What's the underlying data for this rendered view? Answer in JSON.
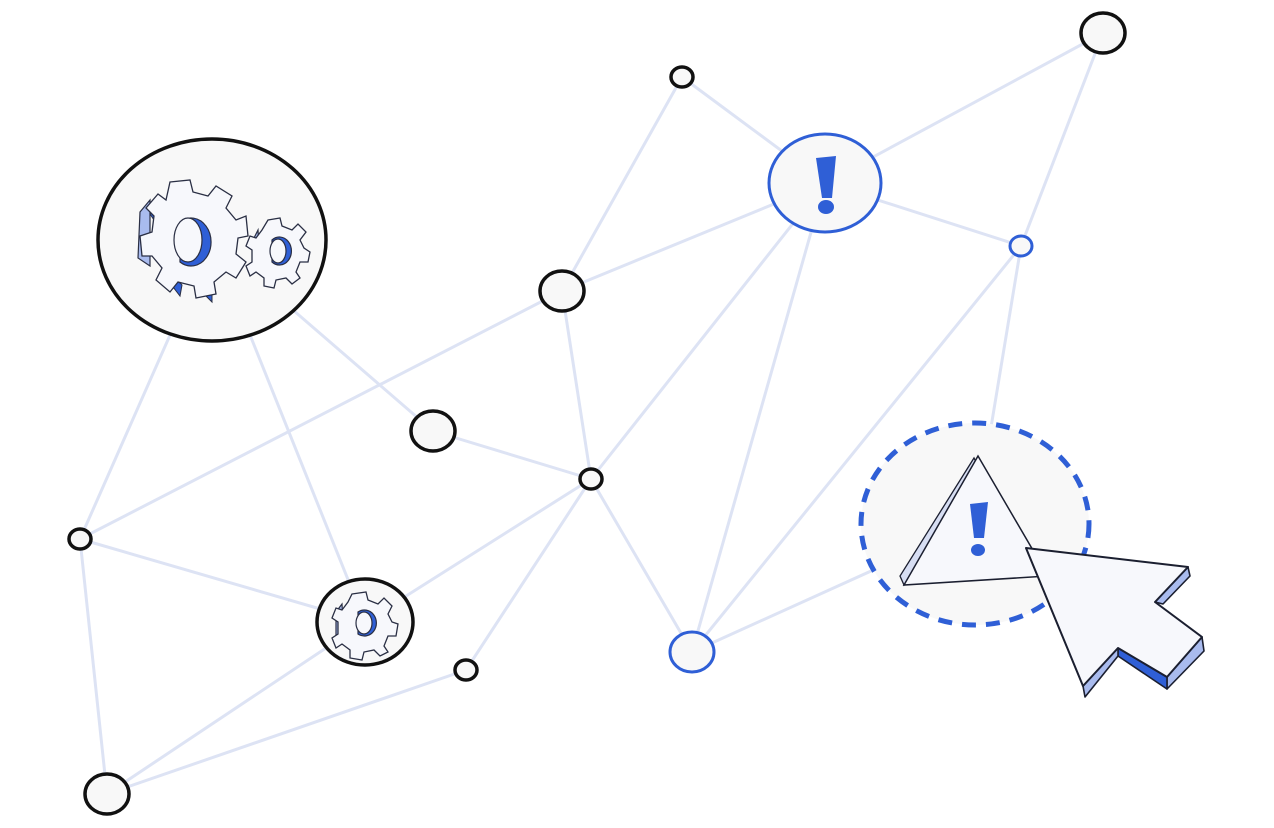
{
  "diagram": {
    "type": "network-graph",
    "colors": {
      "edge": "#dde3f4",
      "node_stroke": "#111111",
      "accent": "#2f5fd6",
      "node_fill": "#f8f8f8"
    },
    "icons": [
      "gears-icon",
      "gear-icon",
      "alert-icon",
      "warning-triangle-icon",
      "cursor-icon"
    ],
    "nodes": [
      {
        "id": "gears-hub",
        "style": "black",
        "icon": "gears-icon"
      },
      {
        "id": "gear-node",
        "style": "black",
        "icon": "gear-icon"
      },
      {
        "id": "alert-node",
        "style": "blue",
        "icon": "alert-icon"
      },
      {
        "id": "warning-node",
        "style": "dashed-blue",
        "icon": "warning-triangle-icon"
      },
      {
        "id": "n-top-small",
        "style": "black"
      },
      {
        "id": "n-top-right",
        "style": "black"
      },
      {
        "id": "n-center-upper",
        "style": "black"
      },
      {
        "id": "n-center-left",
        "style": "black"
      },
      {
        "id": "n-center-small",
        "style": "black"
      },
      {
        "id": "n-left-small",
        "style": "black"
      },
      {
        "id": "n-bottom-left",
        "style": "black"
      },
      {
        "id": "n-bottom-small",
        "style": "black"
      },
      {
        "id": "n-right-small",
        "style": "blue"
      },
      {
        "id": "n-bottom-blue",
        "style": "blue"
      }
    ],
    "edges": [
      [
        "gears-hub",
        "n-left-small"
      ],
      [
        "gears-hub",
        "gear-node"
      ],
      [
        "gears-hub",
        "n-center-left"
      ],
      [
        "n-left-small",
        "n-center-upper"
      ],
      [
        "n-left-small",
        "gear-node"
      ],
      [
        "n-left-small",
        "n-bottom-left"
      ],
      [
        "gear-node",
        "n-center-small"
      ],
      [
        "n-bottom-left",
        "gear-node"
      ],
      [
        "n-bottom-left",
        "n-bottom-small"
      ],
      [
        "n-bottom-small",
        "n-center-small"
      ],
      [
        "n-center-left",
        "n-center-small"
      ],
      [
        "n-center-upper",
        "n-center-small"
      ],
      [
        "n-center-upper",
        "n-top-small"
      ],
      [
        "n-center-upper",
        "alert-node"
      ],
      [
        "n-top-small",
        "alert-node"
      ],
      [
        "alert-node",
        "n-top-right"
      ],
      [
        "alert-node",
        "n-right-small"
      ],
      [
        "alert-node",
        "n-center-small"
      ],
      [
        "alert-node",
        "n-bottom-blue"
      ],
      [
        "n-top-right",
        "n-right-small"
      ],
      [
        "n-right-small",
        "warning-node"
      ],
      [
        "n-right-small",
        "n-bottom-blue"
      ],
      [
        "n-center-small",
        "n-bottom-blue"
      ],
      [
        "n-bottom-blue",
        "warning-node"
      ]
    ]
  }
}
